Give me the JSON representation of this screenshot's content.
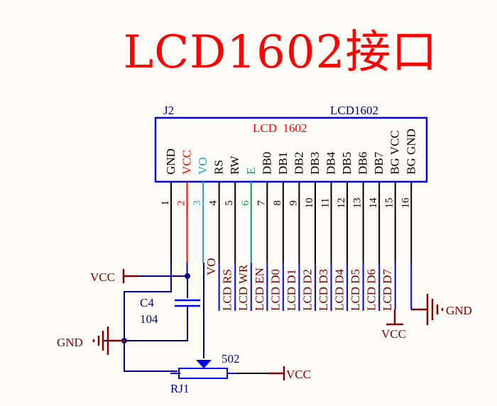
{
  "title": "LCD1602接口",
  "connector": {
    "designator": "J2",
    "part": "LCD1602",
    "inner_label": "LCD  1602",
    "pins": [
      {
        "num": "1",
        "name": "GND",
        "color": "#000000",
        "net": ""
      },
      {
        "num": "2",
        "name": "VCC",
        "color": "#ff0000",
        "net": ""
      },
      {
        "num": "3",
        "name": "VO",
        "color": "#1fa3d6",
        "net": "VO"
      },
      {
        "num": "4",
        "name": "RS",
        "color": "#000000",
        "net": "LCD_RS"
      },
      {
        "num": "5",
        "name": "RW",
        "color": "#000000",
        "net": "LCD_WR"
      },
      {
        "num": "6",
        "name": "E",
        "color": "#0a9a6a",
        "net": "LCD_EN"
      },
      {
        "num": "7",
        "name": "DB0",
        "color": "#000000",
        "net": "LCD_D0"
      },
      {
        "num": "8",
        "name": "DB1",
        "color": "#000000",
        "net": "LCD_D1"
      },
      {
        "num": "9",
        "name": "DB2",
        "color": "#000000",
        "net": "LCD_D2"
      },
      {
        "num": "10",
        "name": "DB3",
        "color": "#000000",
        "net": "LCD_D3"
      },
      {
        "num": "11",
        "name": "DB4",
        "color": "#000000",
        "net": "LCD_D4"
      },
      {
        "num": "12",
        "name": "DB5",
        "color": "#000000",
        "net": "LCD_D5"
      },
      {
        "num": "13",
        "name": "DB6",
        "color": "#000000",
        "net": "LCD_D6"
      },
      {
        "num": "14",
        "name": "DB7",
        "color": "#000000",
        "net": "LCD_D7"
      },
      {
        "num": "15",
        "name": "BG VCC",
        "color": "#000000",
        "net": ""
      },
      {
        "num": "16",
        "name": "BG GND",
        "color": "#000000",
        "net": ""
      }
    ]
  },
  "capacitor": {
    "designator": "C4",
    "value": "104"
  },
  "potentiometer": {
    "designator": "RJ1",
    "value": "502"
  },
  "power": {
    "vcc_left": "VCC",
    "gnd_left": "GND",
    "vcc_bottom": "VCC",
    "vcc_pot": "VCC",
    "gnd_right": "GND"
  },
  "colors": {
    "title": "#ff0000",
    "box": "#0000ff",
    "designator": "#000080",
    "net_label": "#800000",
    "power": "#800000",
    "wire": "#000080"
  }
}
